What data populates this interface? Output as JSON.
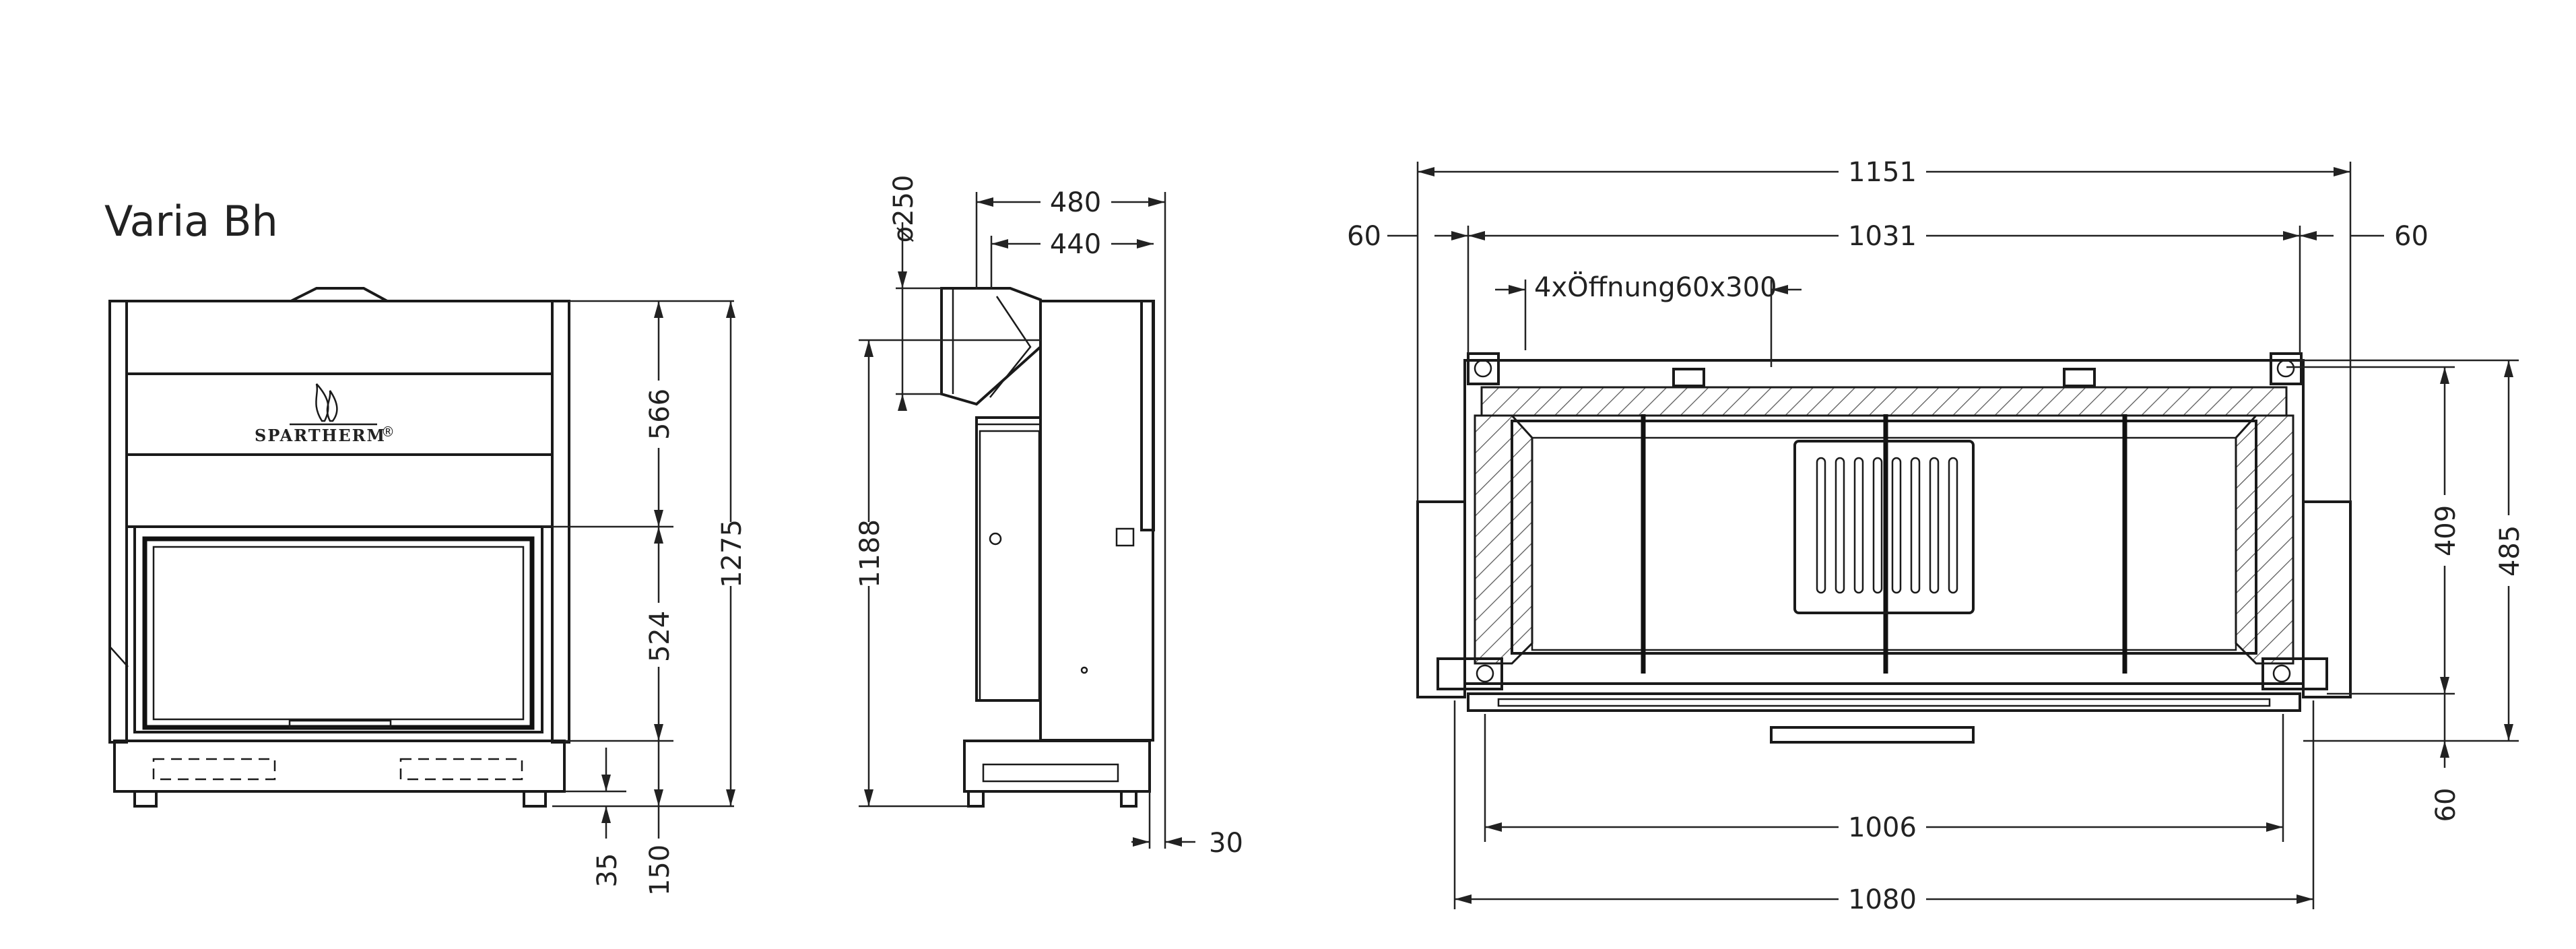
{
  "title": "Varia Bh",
  "brand": "SPARTHERM",
  "brand_mark": "®",
  "front_view": {
    "dims": {
      "upper_height": "566",
      "door_height": "524",
      "total_height": "1275",
      "foot": "35",
      "base": "150"
    }
  },
  "side_view": {
    "dims": {
      "flue_diameter": "ø250",
      "depth_total": "480",
      "depth_body": "440",
      "height": "1188",
      "offset": "30"
    }
  },
  "top_view": {
    "dims": {
      "overall_width": "1151",
      "inner_width": "1031",
      "left_margin": "60",
      "right_margin": "60",
      "openings": "4xÖffnung60x300",
      "depth_inner": "409",
      "depth_total": "485",
      "bottom_offset": "60",
      "bottom_width_inner": "1006",
      "bottom_width_outer": "1080"
    }
  }
}
